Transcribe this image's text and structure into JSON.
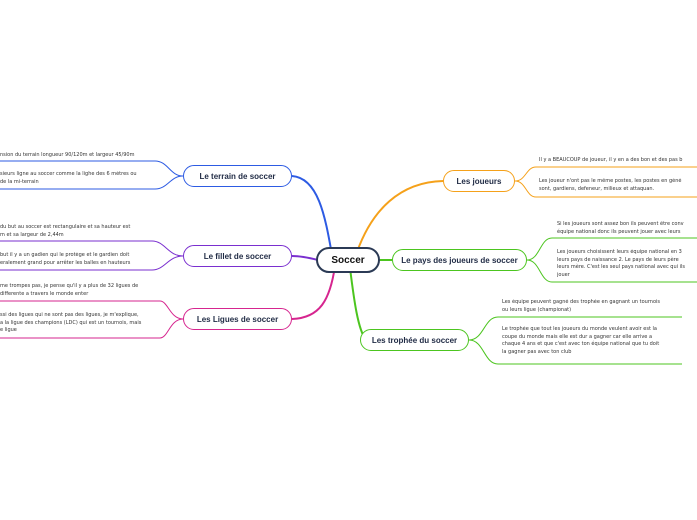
{
  "root": {
    "label": "Soccer"
  },
  "colors": {
    "blue": "#2d5be3",
    "purple": "#7a2fcf",
    "magenta": "#d6258f",
    "orange": "#f5a11a",
    "green": "#4cc51f"
  },
  "topics": {
    "terrain": {
      "label": "Le terrain de soccer",
      "leaves": [
        [
          "nsion du terrain longueur 90/120m et largeur 45/90m"
        ],
        [
          "sieurs ligne au soccer comme la lighe des 6 mètres ou",
          "de la mi-terrain"
        ]
      ]
    },
    "fillet": {
      "label": "Le fillet de soccer",
      "leaves": [
        [
          "du but au soccer est rectangulaire et sa hauteur est",
          "m et sa largeur de 2,44m"
        ],
        [
          "but il y a un gadien qui le protège et le gardien doit",
          "eralement grand pour arrêter les balles en hauteurs"
        ]
      ]
    },
    "ligues": {
      "label": "Les Ligues de soccer",
      "leaves": [
        [
          "me trompes pas, je pense qu'il y a plus de 32 ligues de",
          "differente a travers le monde enter"
        ],
        [
          "ssi des ligues qui ne sont pas des ligues, je m'explique,",
          "a la ligue des champions (LDC) qui est un tournois, mais",
          "e ligue"
        ]
      ]
    },
    "joueurs": {
      "label": "Les joueurs",
      "leaves": [
        [
          "Il y a BEAUCOUP de joueur, il y en a des bon et des pas b"
        ],
        [
          "Les joueur n'ont pas le même postes, les postes en géné",
          "sont, gardiens, defeneur, milieux et attaquan."
        ]
      ]
    },
    "pays": {
      "label": "Le pays des joueurs de soccer",
      "leaves": [
        [
          "Si les joueurs sont assez bon ils peuvent être conv",
          "équipe national donc ils peuvent jouer avec leurs "
        ],
        [
          "Les joueurs choisissent leurs équipe national en 3",
          "leurs pays de naissance  2. Le pays de leurs père  ",
          "leurs mère. C'est les seul pays national avec qui ils",
          "jouer"
        ]
      ]
    },
    "trophee": {
      "label": "Les trophée du soccer",
      "leaves": [
        [
          "Les équipe peuvent gagné des trophée en gagnant un tournois",
          "ou leurs ligue (championat)"
        ],
        [
          "Le trophée que tout les joueurs du monde veulent avoir est la",
          "coupe du monde mais elle est dur a gagner car elle arrive a",
          "chaque 4 ans et que c'est avec ton équipe national que tu doit",
          "la gagner pas avec ton club"
        ]
      ]
    }
  }
}
